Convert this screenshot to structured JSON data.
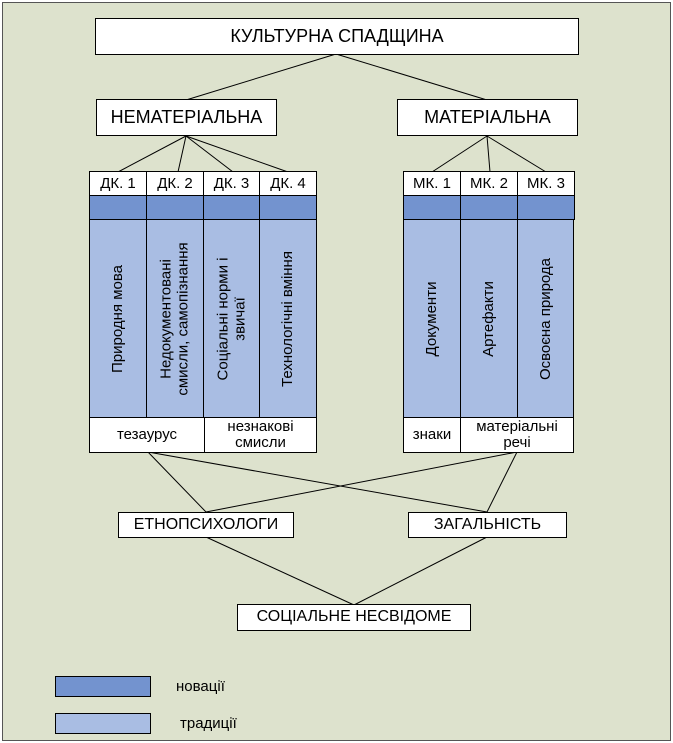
{
  "root": "КУЛЬТУРНА СПАДЩИНА",
  "nonmaterial": {
    "title": "НЕМАТЕРІАЛЬНА",
    "headers": [
      "ДК. 1",
      "ДК. 2",
      "ДК. 3",
      "ДК. 4"
    ],
    "columns": [
      "Природня мова",
      "Недокументовані\nсмисли, самопізнання",
      "Соціальні норми і\nзвичаї",
      "Технологічні вміння"
    ],
    "footers": [
      "тезаурус",
      "незнакові смисли"
    ]
  },
  "material": {
    "title": "МАТЕРІАЛЬНА",
    "headers": [
      "МК. 1",
      "МК. 2",
      "МК. 3"
    ],
    "columns": [
      "Документи",
      "Артефакти",
      "Освоєна природа"
    ],
    "footers": [
      "знаки",
      "матеріальні речі"
    ]
  },
  "ethno": "ЕТНОПСИХОЛОГИ",
  "general": "ЗАГАЛЬНІСТЬ",
  "unconscious": "СОЦІАЛЬНЕ НЕСВІДОМЕ",
  "legend": [
    {
      "label": "новації",
      "color": "#7393cf"
    },
    {
      "label": "традиції",
      "color": "#a9bde3"
    }
  ]
}
